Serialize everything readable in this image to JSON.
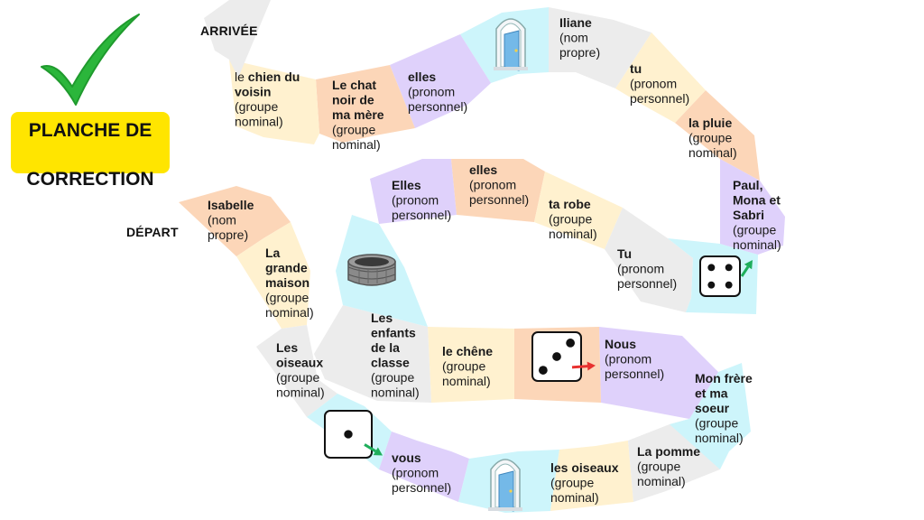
{
  "title": {
    "line1": "PLANCHE DE",
    "line2": "CORRECTION"
  },
  "markers": {
    "start": "DÉPART",
    "finish": "ARRIVÉE"
  },
  "colors": {
    "orange": "#fcd6b8",
    "yellow": "#fff1cf",
    "purple": "#dfd1fb",
    "gray": "#ececec",
    "cyan": "#cdf5fb",
    "badge": "#ffe500",
    "check": "#2bb63b",
    "arrow_green": "#1fae5b",
    "arrow_red": "#e8312f"
  },
  "cells": [
    {
      "id": "c1",
      "color": "orange",
      "bold": "Isabelle",
      "normal": "(nom\npropre)"
    },
    {
      "id": "c2",
      "color": "yellow",
      "bold": "La\ngrande\nmaison",
      "normal": "(groupe\nnominal)"
    },
    {
      "id": "c3",
      "color": "gray",
      "bold": "Les\noiseaux",
      "normal": "(groupe\nnominal)"
    },
    {
      "id": "c4",
      "color": "cyan",
      "icon": "die-one-icon",
      "dice": 1,
      "arrow": "green"
    },
    {
      "id": "c5",
      "color": "purple",
      "bold": "vous",
      "normal": "(pronom\npersonnel)"
    },
    {
      "id": "c6",
      "color": "cyan",
      "icon": "door-icon"
    },
    {
      "id": "c7",
      "color": "yellow",
      "bold": "les oiseaux",
      "normal": "(groupe\nnominal)"
    },
    {
      "id": "c8",
      "color": "gray",
      "bold": "La pomme",
      "normal": "(groupe\nnominal)"
    },
    {
      "id": "c9",
      "color": "cyan",
      "bold": "Mon frère\net ma\nsoeur",
      "normal": "(groupe\nnominal)"
    },
    {
      "id": "c10",
      "color": "purple",
      "bold": "Nous",
      "normal": "(pronom\npersonnel)"
    },
    {
      "id": "c11",
      "color": "orange",
      "icon": "die-three-icon",
      "dice": 3,
      "arrow": "red"
    },
    {
      "id": "c12",
      "color": "yellow",
      "bold": "le chêne",
      "normal": "(groupe\nnominal)"
    },
    {
      "id": "c13",
      "color": "gray",
      "bold": "Les\nenfants\nde la\nclasse",
      "normal": "(groupe\nnominal)"
    },
    {
      "id": "c14",
      "color": "cyan",
      "icon": "well-icon"
    },
    {
      "id": "c15",
      "color": "purple",
      "bold": "Elles",
      "normal": "(pronom\npersonnel)"
    },
    {
      "id": "c16",
      "color": "orange",
      "bold": "elles",
      "normal": "(pronom\npersonnel)"
    },
    {
      "id": "c17",
      "color": "yellow",
      "bold": "ta robe",
      "normal": "(groupe\nnominal)"
    },
    {
      "id": "c18",
      "color": "gray",
      "bold": "Tu",
      "normal": "(pronom\npersonnel)"
    },
    {
      "id": "c19",
      "color": "cyan",
      "icon": "die-four-icon",
      "dice": 4,
      "arrow": "green"
    },
    {
      "id": "c20",
      "color": "purple",
      "bold": "Paul,\nMona et\nSabri",
      "normal": "(groupe\nnominal)"
    },
    {
      "id": "c21",
      "color": "orange",
      "bold": "la pluie",
      "normal": "(groupe\nnominal)"
    },
    {
      "id": "c22",
      "color": "yellow",
      "bold": "tu",
      "normal": "(pronom\npersonnel)"
    },
    {
      "id": "c23",
      "color": "gray",
      "bold": "Iliane",
      "normal": "(nom\npropre)"
    },
    {
      "id": "c24",
      "color": "cyan",
      "icon": "door-icon"
    },
    {
      "id": "c25",
      "color": "purple",
      "bold": "elles",
      "normal": "(pronom\npersonnel)"
    },
    {
      "id": "c26",
      "color": "orange",
      "bold": "Le chat\nnoir de\nma mère",
      "normal": "(groupe\nnominal)"
    },
    {
      "id": "c27",
      "color": "yellow",
      "lead": "le ",
      "bold": "chien du\nvoisin",
      "normal": "(groupe\nnominal)"
    },
    {
      "id": "c28",
      "color": "gray"
    }
  ]
}
